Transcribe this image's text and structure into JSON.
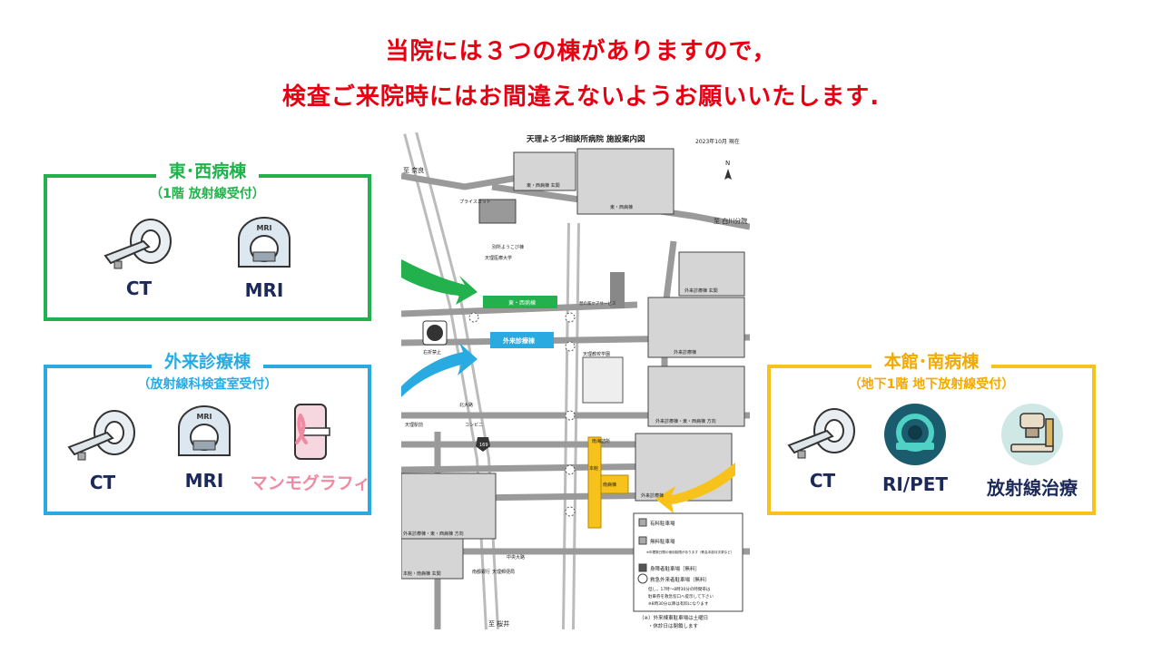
{
  "heading": {
    "line1": "当院には３つの棟がありますので，",
    "line2": "検査ご来院時にはお間違えないようお願いいたします."
  },
  "buildings": {
    "east_west": {
      "name": "東･西病棟",
      "sub": "（1階 放射線受付）",
      "equipment": [
        "CT",
        "MRI"
      ],
      "color": "#22b14c"
    },
    "outpatient": {
      "name": "外来診療棟",
      "sub": "（放射線科検査室受付）",
      "equipment": [
        "CT",
        "MRI",
        "マンモグラフィ"
      ],
      "color": "#29abe2"
    },
    "main_south": {
      "name": "本館･南病棟",
      "sub": "（地下1階 地下放射線受付）",
      "equipment": [
        "CT",
        "RI/PET",
        "放射線治療"
      ],
      "color": "#f7c21b"
    }
  },
  "map": {
    "title": "天理よろづ相談所病院 施設案内図",
    "date": "2023年10月 現在",
    "north": "N",
    "labels": {
      "nara": "至 奈良",
      "shirakawa": "至 白川分院",
      "sakurai": "至 桜井",
      "price_cut": "プライスカット",
      "betsuin": "別所ようこび棟",
      "tenri_med": "天理医療大学",
      "ew_ward": "東・西病棟",
      "outpatient": "外来診療棟",
      "right_turn": "右折禁止",
      "kitaoji": "北大路",
      "tenri_station": "天理駅前",
      "conv": "コンビニ",
      "gakuen": "天理教校学園",
      "minami": "南海詰所",
      "main": "本館",
      "south": "南病棟",
      "chuo": "中央大路",
      "nanto": "南都銀行",
      "post": "天理郵便局",
      "care": "憩の家ケアサービス",
      "route169": "169",
      "photo_ew": "東・西病棟",
      "photo_ew_entrance": "東・西病棟 玄関",
      "photo_op_entrance": "外来診療棟 玄関",
      "photo_op": "外来診療棟",
      "photo_op_dir": "外来診療棟・東・西病棟 方向",
      "photo_op_dir2": "外来診療棟・東・西病棟 方向",
      "photo_main_entrance": "本館・南病棟 玄関",
      "photo_op_front": "外来診療棟"
    },
    "legend": {
      "paid": "有料駐車場",
      "free": "無料駐車場",
      "free_note": "※年間数日間の使用制限があります（教会本部月次祭など）",
      "disabled": "身障者駐車場［無料］",
      "emergency": "救急外来者駐車場（無料）",
      "emergency_note1": "但し，17時～8時30分の時間帯は",
      "emergency_note2": "駐車券を救急窓口へ提示して下さい",
      "emergency_note3": "※8時30分以降は有料になります",
      "footnote1": "（※）外来棟東駐車場は土曜日",
      "footnote2": "・休診日は閉鎖します"
    }
  }
}
